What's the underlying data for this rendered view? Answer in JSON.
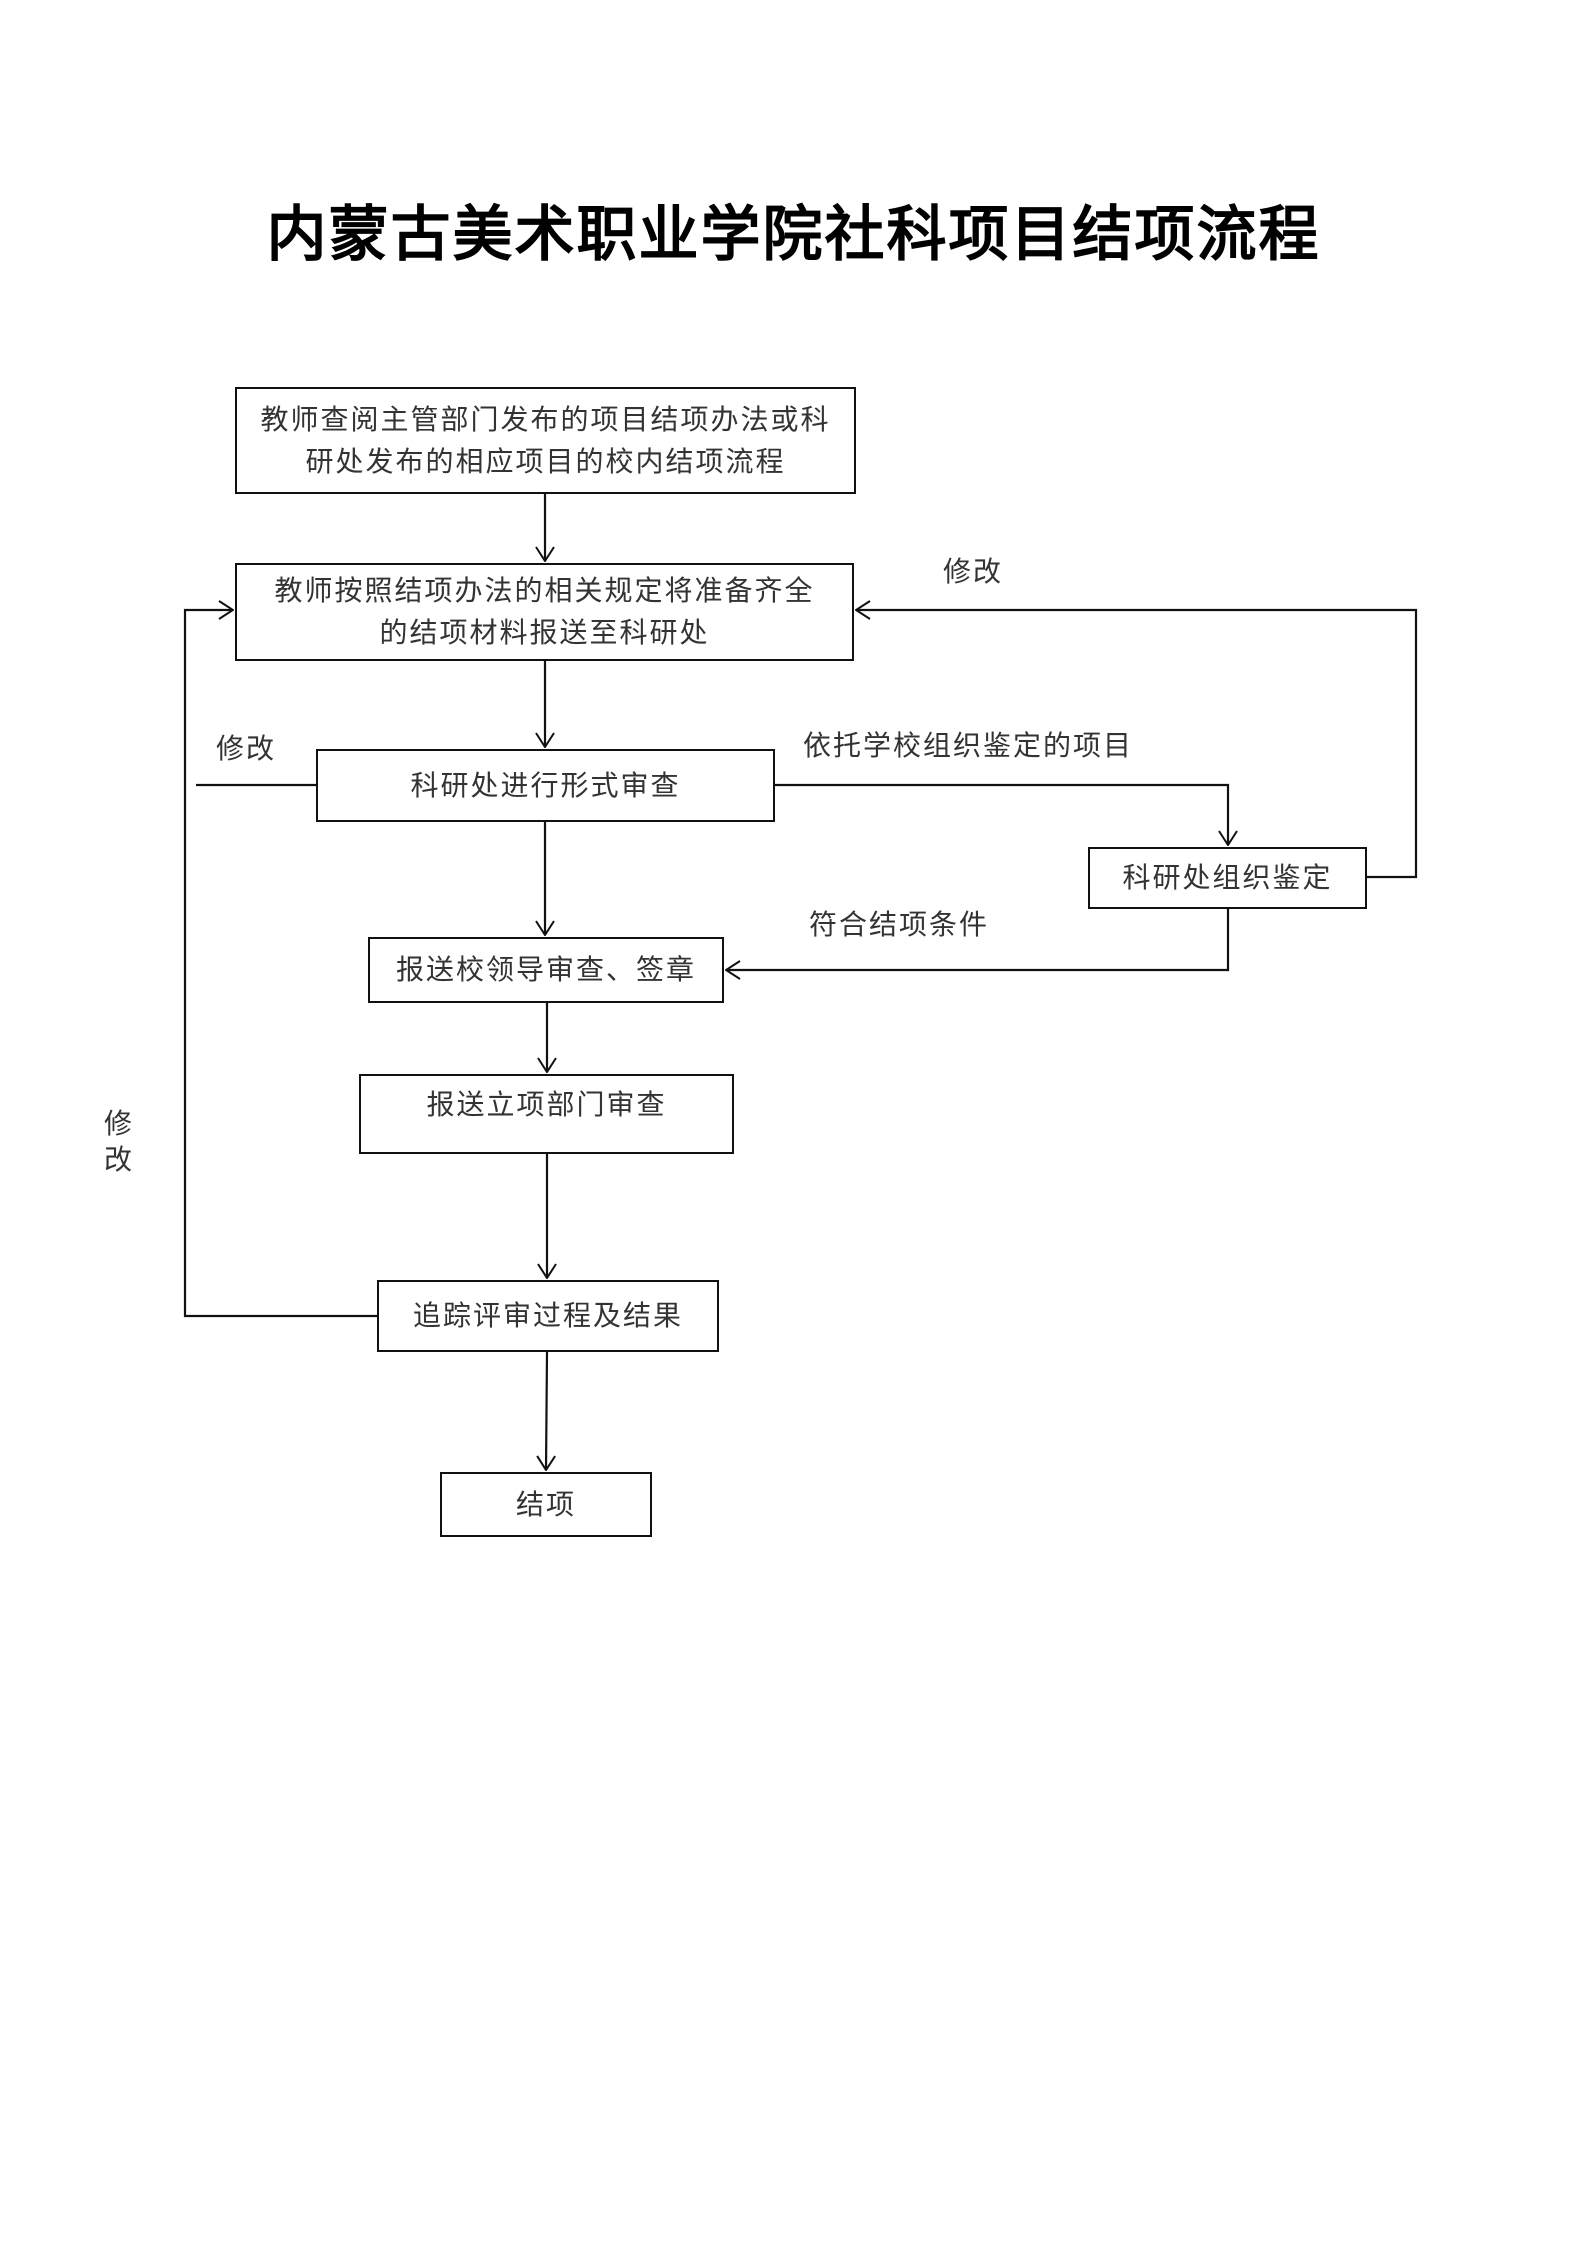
{
  "title": "内蒙古美术职业学院社科项目结项流程",
  "nodes": {
    "step1": "教师查阅主管部门发布的项目结项办法或科研处发布的相应项目的校内结项流程",
    "step2": "教师按照结项办法的相关规定将准备齐全的结项材料报送至科研处",
    "step3": "科研处进行形式审查",
    "step4": "科研处组织鉴定",
    "step5": "报送校领导审查、签章",
    "step6": "报送立项部门审查",
    "step7": "追踪评审过程及结果",
    "step8": "结项"
  },
  "edge_labels": {
    "revise_right": "修改",
    "revise_left": "修改",
    "revise_vertical": "修改",
    "school_appraisal": "依托学校组织鉴定的项目",
    "meets_conditions": "符合结项条件"
  }
}
